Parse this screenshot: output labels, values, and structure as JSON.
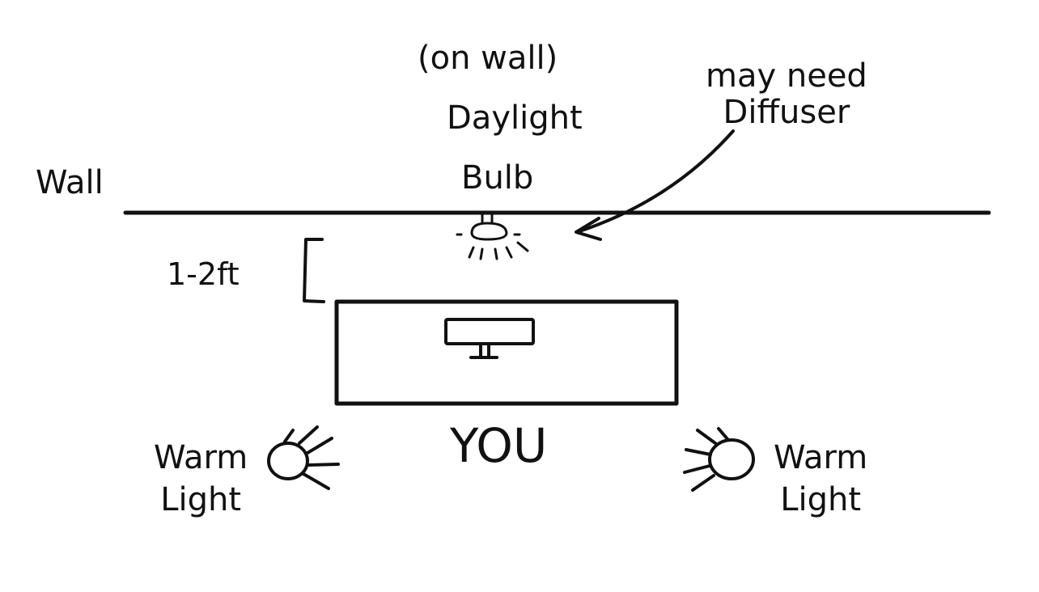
{
  "diagram": {
    "wall_label": "Wall",
    "bulb_note": "(on wall)",
    "bulb_label_line1": "Daylight",
    "bulb_label_line2": "Bulb",
    "diffuser_note_line1": "may need",
    "diffuser_note_line2": "Diffuser",
    "distance_label": "1-2ft",
    "person_label": "YOU",
    "warm_light_left_line1": "Warm",
    "warm_light_left_line2": "Light",
    "warm_light_right_line1": "Warm",
    "warm_light_right_line2": "Light"
  },
  "colors": {
    "ink": "#111111",
    "background": "#ffffff"
  },
  "icons": [
    "daylight-bulb-icon",
    "monitor-icon",
    "warm-light-icon",
    "arrow-icon"
  ]
}
